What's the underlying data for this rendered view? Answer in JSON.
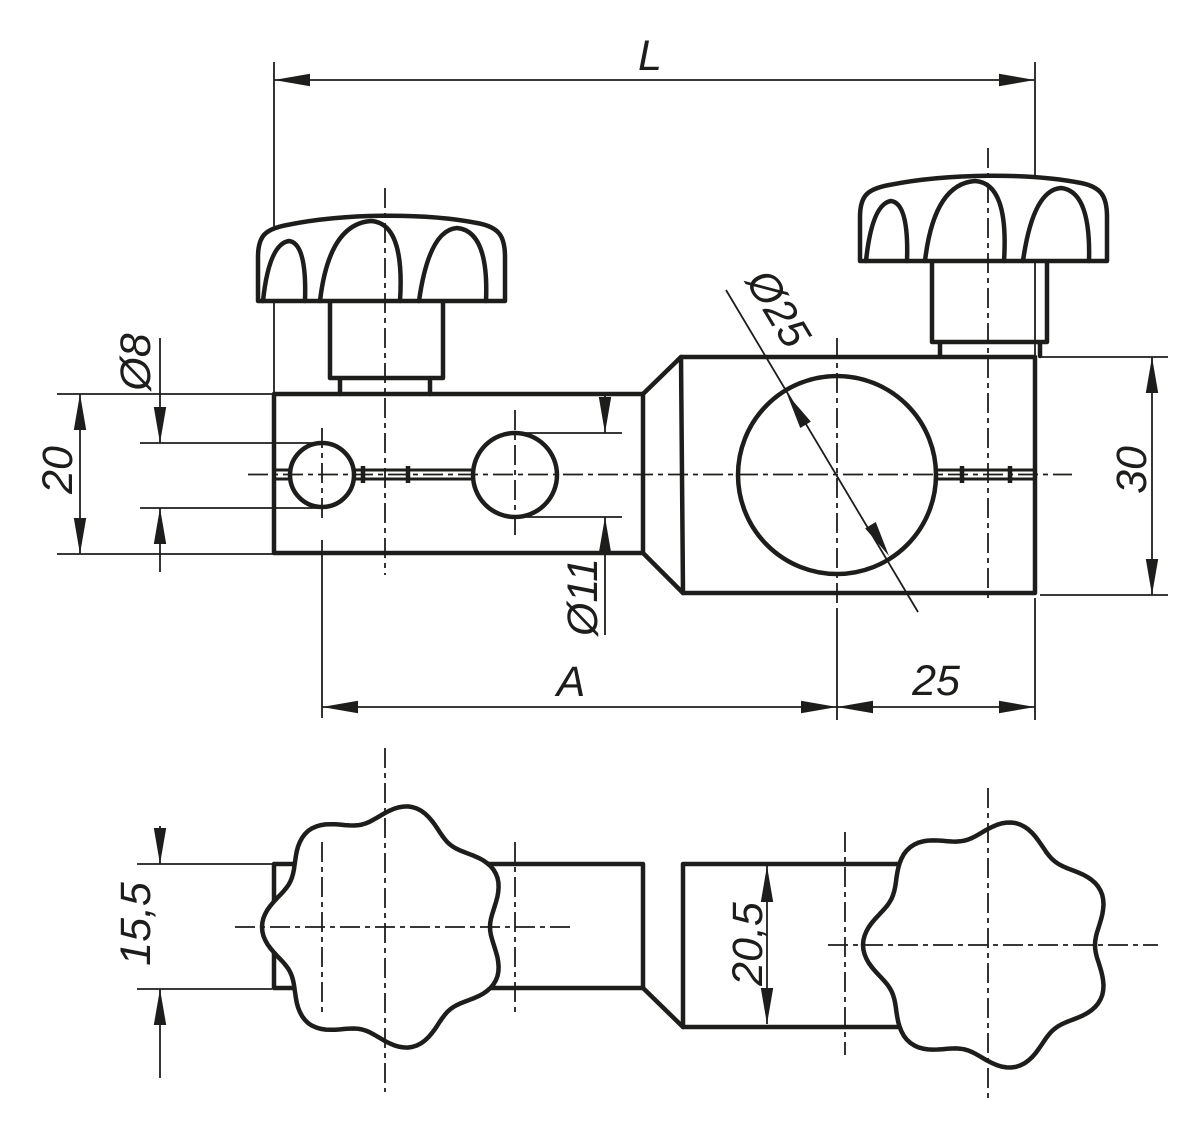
{
  "drawing": {
    "type": "technical-drawing",
    "subject": "clamping element with two star grip knobs, front view and bottom view",
    "background_color": "#ffffff",
    "line_color": "#1d1d1b",
    "views": {
      "front": {
        "labels": {
          "overall_length": "L",
          "small_rod_hole_diameter": "Ø8",
          "left_body_height": "20",
          "large_rod_hole_diameter": "Ø25",
          "cross_hole_diameter": "Ø11",
          "right_body_height": "30",
          "center_distance": "A",
          "axis_to_end_offset": "25"
        }
      },
      "bottom": {
        "labels": {
          "left_body_thickness": "15,5",
          "right_body_thickness": "20,5"
        }
      }
    }
  }
}
